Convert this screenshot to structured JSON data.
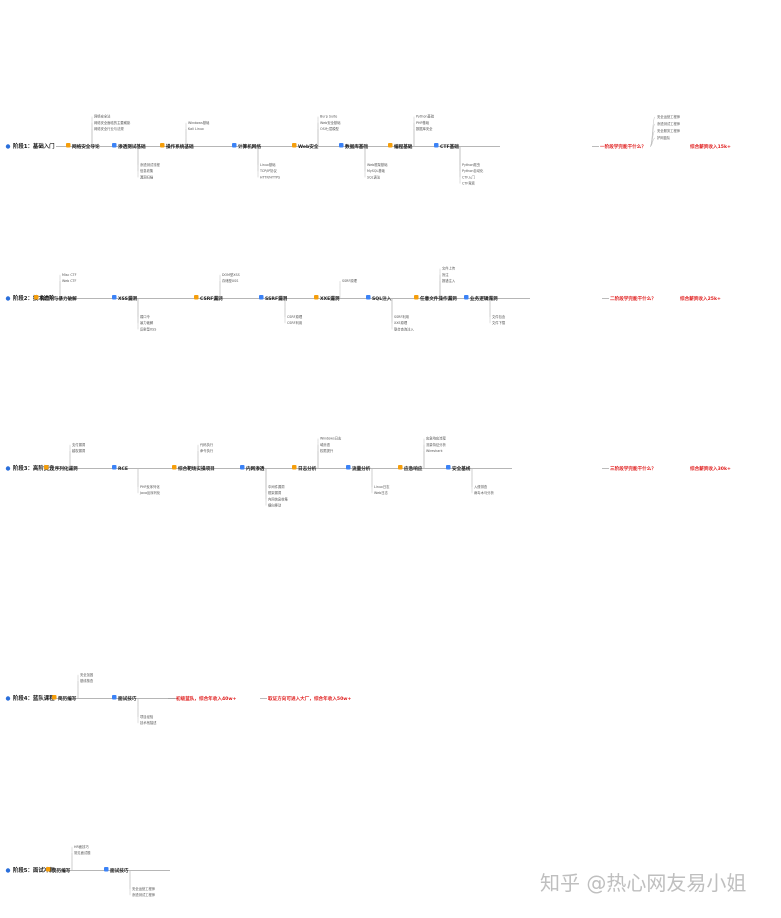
{
  "stages": [
    {
      "label": "阶段1：基础入门"
    },
    {
      "label": "阶段2：技术进阶"
    },
    {
      "label": "阶段3：高阶提升"
    },
    {
      "label": "阶段4：蓝队课程"
    },
    {
      "label": "阶段5：面试冲刺"
    }
  ],
  "hubs": [
    {
      "label": "网络安全导论"
    },
    {
      "label": "渗透测试基础"
    },
    {
      "label": "操作系统基础"
    },
    {
      "label": "计算机网络"
    },
    {
      "label": "Web安全"
    },
    {
      "label": "数据库基础"
    },
    {
      "label": "编程基础"
    },
    {
      "label": "CTF基础"
    },
    {
      "label": "弱口令与暴力破解"
    },
    {
      "label": "XSS漏洞"
    },
    {
      "label": "CSRF漏洞"
    },
    {
      "label": "SSRF漏洞"
    },
    {
      "label": "XXE漏洞"
    },
    {
      "label": "SQL注入"
    },
    {
      "label": "任意文件操作漏洞"
    },
    {
      "label": "业务逻辑漏洞"
    },
    {
      "label": "反序列化漏洞"
    },
    {
      "label": "RCE"
    },
    {
      "label": "综合靶场实操项目"
    },
    {
      "label": "内网渗透"
    },
    {
      "label": "日志分析"
    },
    {
      "label": "流量分析"
    },
    {
      "label": "应急响应"
    },
    {
      "label": "安全基线"
    },
    {
      "label": "简历编写"
    },
    {
      "label": "面试技巧"
    }
  ],
  "red_notes": [
    {
      "label": "一阶段学完能干什么？"
    },
    {
      "label": "综合薪资收入15k+"
    },
    {
      "label": "二阶段学完能干什么？"
    },
    {
      "label": "综合薪资收入25k+"
    },
    {
      "label": "三阶段学完能干什么？"
    },
    {
      "label": "综合薪资收入30k+"
    },
    {
      "label": "初级蓝队，综合年收入40w+"
    },
    {
      "label": "取证方向可进入大厂，综合年收入50w+"
    }
  ],
  "leaves": [
    {
      "label": "网络安全行业与法规"
    },
    {
      "label": "网络安全面临的主要威胁"
    },
    {
      "label": "网络安全法"
    },
    {
      "label": "渗透测试流程"
    },
    {
      "label": "信息收集"
    },
    {
      "label": "漏洞扫描"
    },
    {
      "label": "Kali Linux"
    },
    {
      "label": "Windows基础"
    },
    {
      "label": "Linux基础"
    },
    {
      "label": "TCP/IP协议"
    },
    {
      "label": "HTTP/HTTPS"
    },
    {
      "label": "OSI七层模型"
    },
    {
      "label": "Web安全基础"
    },
    {
      "label": "Burp Suite"
    },
    {
      "label": "Web框架基础"
    },
    {
      "label": "MySQL基础"
    },
    {
      "label": "SQL语法"
    },
    {
      "label": "数据库安全"
    },
    {
      "label": "PHP基础"
    },
    {
      "label": "Python基础"
    },
    {
      "label": "Python爬虫"
    },
    {
      "label": "Python自动化"
    },
    {
      "label": "CTF入门"
    },
    {
      "label": "CTF竞赛"
    },
    {
      "label": "Web CTF"
    },
    {
      "label": "Misc CTF"
    },
    {
      "label": "弱口令"
    },
    {
      "label": "暴力破解"
    },
    {
      "label": "反射型XSS"
    },
    {
      "label": "存储型XSS"
    },
    {
      "label": "DOM型XSS"
    },
    {
      "label": "CSRF原理"
    },
    {
      "label": "CSRF利用"
    },
    {
      "label": "SSRF原理"
    },
    {
      "label": "SSRF利用"
    },
    {
      "label": "XXE原理"
    },
    {
      "label": "联合查询注入"
    },
    {
      "label": "报错注入"
    },
    {
      "label": "盲注"
    },
    {
      "label": "文件上传"
    },
    {
      "label": "文件包含"
    },
    {
      "label": "文件下载"
    },
    {
      "label": "越权漏洞"
    },
    {
      "label": "支付漏洞"
    },
    {
      "label": "PHP反序列化"
    },
    {
      "label": "Java反序列化"
    },
    {
      "label": "命令执行"
    },
    {
      "label": "代码执行"
    },
    {
      "label": "中间件漏洞"
    },
    {
      "label": "框架漏洞"
    },
    {
      "label": "内网信息收集"
    },
    {
      "label": "横向移动"
    },
    {
      "label": "权限提升"
    },
    {
      "label": "域渗透"
    },
    {
      "label": "Windows日志"
    },
    {
      "label": "Linux日志"
    },
    {
      "label": "Web日志"
    },
    {
      "label": "Wireshark"
    },
    {
      "label": "流量特征分析"
    },
    {
      "label": "应急响应流程"
    },
    {
      "label": "入侵排查"
    },
    {
      "label": "病毒木马分析"
    },
    {
      "label": "基线核查"
    },
    {
      "label": "安全加固"
    },
    {
      "label": "项目经验"
    },
    {
      "label": "技术栈描述"
    },
    {
      "label": "常见面试题"
    },
    {
      "label": "HR面技巧"
    },
    {
      "label": "安全运营工程师"
    },
    {
      "label": "渗透测试工程师"
    },
    {
      "label": "安全服务工程师"
    },
    {
      "label": "护网蓝队"
    }
  ],
  "watermark": "知乎 @热心网友易小姐"
}
